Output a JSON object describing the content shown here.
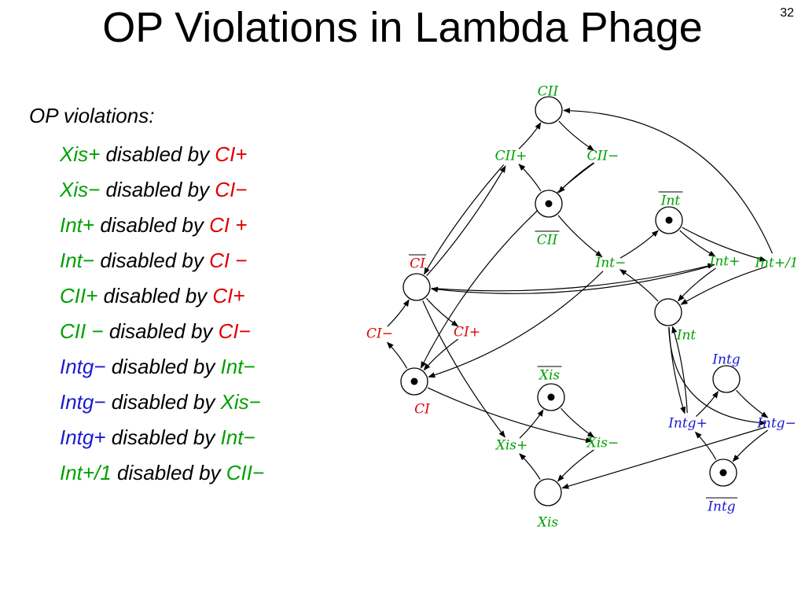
{
  "title": "OP Violations in Lambda Phage",
  "slide_number": "32",
  "intro": "OP violations:",
  "violations": [
    {
      "a": "Xis+",
      "a_color": "green",
      "mid": " disabled by ",
      "b": "CI+",
      "b_color": "red"
    },
    {
      "a": "Xis−",
      "a_color": "green",
      "mid": " disabled by ",
      "b": "CI−",
      "b_color": "red"
    },
    {
      "a": "Int+",
      "a_color": "green",
      "mid": " disabled by ",
      "b": "CI +",
      "b_color": "red"
    },
    {
      "a": "Int−",
      "a_color": "green",
      "mid": " disabled by ",
      "b": "CI −",
      "b_color": "red"
    },
    {
      "a": "CII+",
      "a_color": "green",
      "mid": " disabled by ",
      "b": "CI+",
      "b_color": "red"
    },
    {
      "a": "CII −",
      "a_color": "green",
      "mid": " disabled by ",
      "b": "CI−",
      "b_color": "red"
    },
    {
      "a": "Intg−",
      "a_color": "blue",
      "mid": " disabled by ",
      "b": "Int−",
      "b_color": "green"
    },
    {
      "a": "Intg−",
      "a_color": "blue",
      "mid": " disabled by ",
      "b": "Xis−",
      "b_color": "green"
    },
    {
      "a": "Intg+",
      "a_color": "blue",
      "mid": " disabled by ",
      "b": "Int−",
      "b_color": "green"
    },
    {
      "a": "Int+/1",
      "a_color": "green",
      "mid": " disabled by ",
      "b": "CII−",
      "b_color": "green"
    }
  ],
  "colors": {
    "green": "#00a000",
    "red": "#e00000",
    "blue": "#1a1ad0"
  },
  "places": [
    {
      "id": "CII",
      "label": "CII",
      "color": "green",
      "token": false,
      "overline": false
    },
    {
      "id": "CIIbar",
      "label": "CII",
      "color": "green",
      "token": true,
      "overline": true
    },
    {
      "id": "Intbar",
      "label": "Int",
      "color": "green",
      "token": true,
      "overline": true
    },
    {
      "id": "CIbar",
      "label": "CI",
      "color": "red",
      "token": false,
      "overline": true
    },
    {
      "id": "Int",
      "label": "Int",
      "color": "green",
      "token": false,
      "overline": false
    },
    {
      "id": "CI",
      "label": "CI",
      "color": "red",
      "token": true,
      "overline": false
    },
    {
      "id": "Xisbar",
      "label": "Xis",
      "color": "green",
      "token": true,
      "overline": true
    },
    {
      "id": "Intg",
      "label": "Intg",
      "color": "blue",
      "token": false,
      "overline": false
    },
    {
      "id": "Xis",
      "label": "Xis",
      "color": "green",
      "token": false,
      "overline": false
    },
    {
      "id": "Intgbar",
      "label": "Intg",
      "color": "blue",
      "token": true,
      "overline": true
    }
  ],
  "transitions": [
    {
      "id": "CIIplus",
      "label": "CII+",
      "color": "green"
    },
    {
      "id": "CIIminus",
      "label": "CII−",
      "color": "green"
    },
    {
      "id": "Intminus",
      "label": "Int−",
      "color": "green"
    },
    {
      "id": "Intplus",
      "label": "Int+",
      "color": "green"
    },
    {
      "id": "Intplus1",
      "label": "Int+/1",
      "color": "green"
    },
    {
      "id": "CIminus",
      "label": "CI−",
      "color": "red"
    },
    {
      "id": "CIplus",
      "label": "CI+",
      "color": "red"
    },
    {
      "id": "Intgplus",
      "label": "Intg+",
      "color": "blue"
    },
    {
      "id": "Intgminus",
      "label": "Intg−",
      "color": "blue"
    },
    {
      "id": "Xisplus",
      "label": "Xis+",
      "color": "green"
    },
    {
      "id": "Xisminus",
      "label": "Xis−",
      "color": "green"
    }
  ],
  "arcs": [
    {
      "from": "CII",
      "to": "CIIminus"
    },
    {
      "from": "CIIplus",
      "to": "CII"
    },
    {
      "from": "CIIminus",
      "to": "CIIbar"
    },
    {
      "from": "CIIbar",
      "to": "CIIplus"
    },
    {
      "from": "Intplus1",
      "to": "CII"
    },
    {
      "from": "CIIplus",
      "to": "CIbar"
    },
    {
      "from": "CIbar",
      "to": "CIIplus"
    },
    {
      "from": "CIIbar",
      "to": "Intminus"
    },
    {
      "from": "Intminus",
      "to": "Intbar"
    },
    {
      "from": "Intbar",
      "to": "Intplus"
    },
    {
      "from": "Intbar",
      "to": "Intplus1"
    },
    {
      "from": "Intplus1",
      "to": "Int"
    },
    {
      "from": "Intplus",
      "to": "Int"
    },
    {
      "from": "Int",
      "to": "Intminus"
    },
    {
      "from": "Intplus",
      "to": "CIbar"
    },
    {
      "from": "CIbar",
      "to": "Intplus"
    },
    {
      "from": "CIbar",
      "to": "CIplus"
    },
    {
      "from": "CIminus",
      "to": "CIbar"
    },
    {
      "from": "CI",
      "to": "CIminus"
    },
    {
      "from": "CIplus",
      "to": "CI"
    },
    {
      "from": "Intminus",
      "to": "CI"
    },
    {
      "from": "CIIminus",
      "to": "CI"
    },
    {
      "from": "CI",
      "to": "Xisminus"
    },
    {
      "from": "CIbar",
      "to": "Xisplus"
    },
    {
      "from": "Xisplus",
      "to": "Xisbar"
    },
    {
      "from": "Xisbar",
      "to": "Xisminus"
    },
    {
      "from": "Xisminus",
      "to": "Xis"
    },
    {
      "from": "Xis",
      "to": "Xisplus"
    },
    {
      "from": "Intgminus",
      "to": "Xis"
    },
    {
      "from": "Int",
      "to": "Intgplus"
    },
    {
      "from": "Intgplus",
      "to": "Int"
    },
    {
      "from": "Int",
      "to": "Intgminus"
    },
    {
      "from": "Intgplus",
      "to": "Intg"
    },
    {
      "from": "Intg",
      "to": "Intgminus"
    },
    {
      "from": "Intgminus",
      "to": "Intgbar"
    },
    {
      "from": "Intgbar",
      "to": "Intgplus"
    }
  ]
}
